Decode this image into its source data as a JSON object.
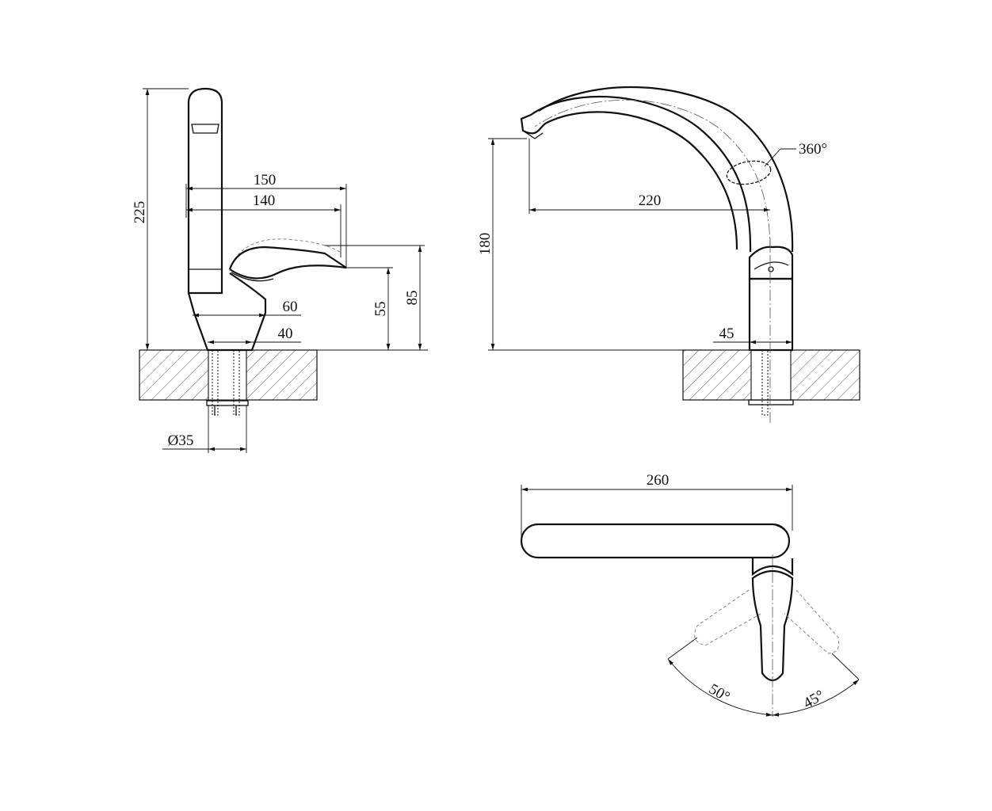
{
  "side_view": {
    "height": "225",
    "handle_reach_outer": "150",
    "handle_reach_inner": "140",
    "base_width": "60",
    "base_bottom_width": "40",
    "handle_height": "55",
    "total_handle_height": "85",
    "hole_diameter": "Ø35"
  },
  "front_view": {
    "rotation": "360°",
    "spout_reach": "220",
    "spout_height": "180",
    "column_width": "45"
  },
  "top_view": {
    "spout_length": "260",
    "left_angle": "50°",
    "right_angle": "45°"
  }
}
